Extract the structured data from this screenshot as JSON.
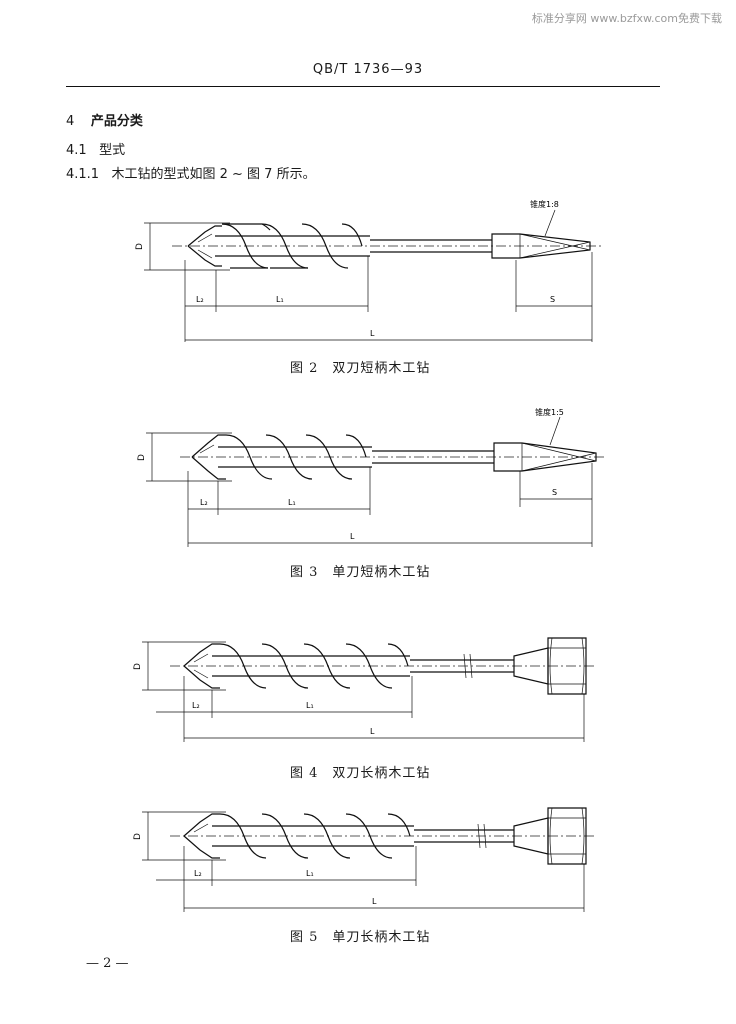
{
  "watermark": "标准分享网 www.bzfxw.com免费下载",
  "header": {
    "standard_code": "QB/T 1736—93"
  },
  "section": {
    "number": "4",
    "title": "产品分类",
    "sub_number": "4.1",
    "sub_title": "型式",
    "clause_number": "4.1.1",
    "clause_text": "木工钻的型式如图 2 ~ 图 7 所示。"
  },
  "figures": [
    {
      "caption": "图 2　双刀短柄木工钻",
      "taper": "锥度1:8",
      "labels": {
        "D": "D",
        "L2": "L₂",
        "L1": "L₁",
        "L": "L",
        "S": "S"
      }
    },
    {
      "caption": "图 3　单刀短柄木工钻",
      "taper": "锥度1:5",
      "labels": {
        "D": "D",
        "L2": "L₂",
        "L1": "L₁",
        "L": "L",
        "S": "S"
      }
    },
    {
      "caption": "图 4　双刀长柄木工钻",
      "labels": {
        "D": "D",
        "L2": "L₂",
        "L1": "L₁",
        "L": "L"
      }
    },
    {
      "caption": "图 5　单刀长柄木工钻",
      "labels": {
        "D": "D",
        "L2": "L₂",
        "L1": "L₁",
        "L": "L"
      }
    }
  ],
  "footer": {
    "page_number": "— 2 —"
  }
}
